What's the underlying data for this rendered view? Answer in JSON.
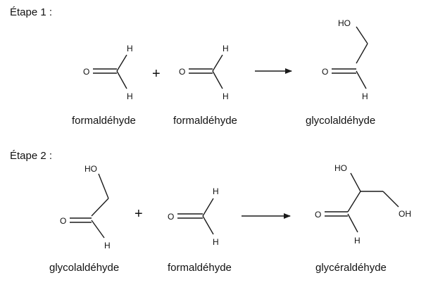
{
  "colors": {
    "ink": "#1a1a1a",
    "background": "#ffffff"
  },
  "step1": {
    "title": "Étape 1 :",
    "reactant1": {
      "name": "formaldéhyde",
      "atoms": {
        "O": "O",
        "H_top": "H",
        "H_bottom": "H"
      }
    },
    "plus": "+",
    "reactant2": {
      "name": "formaldéhyde",
      "atoms": {
        "O": "O",
        "H_top": "H",
        "H_bottom": "H"
      }
    },
    "product": {
      "name": "glycolaldéhyde",
      "atoms": {
        "HO": "HO",
        "O": "O",
        "H": "H"
      }
    }
  },
  "step2": {
    "title": "Étape 2 :",
    "reactant1": {
      "name": "glycolaldéhyde",
      "atoms": {
        "HO": "HO",
        "O": "O",
        "H": "H"
      }
    },
    "plus": "+",
    "reactant2": {
      "name": "formaldéhyde",
      "atoms": {
        "O": "O",
        "H_top": "H",
        "H_bottom": "H"
      }
    },
    "product": {
      "name": "glycéraldéhyde",
      "atoms": {
        "HO": "HO",
        "O": "O",
        "H": "H",
        "OH": "OH"
      }
    }
  }
}
